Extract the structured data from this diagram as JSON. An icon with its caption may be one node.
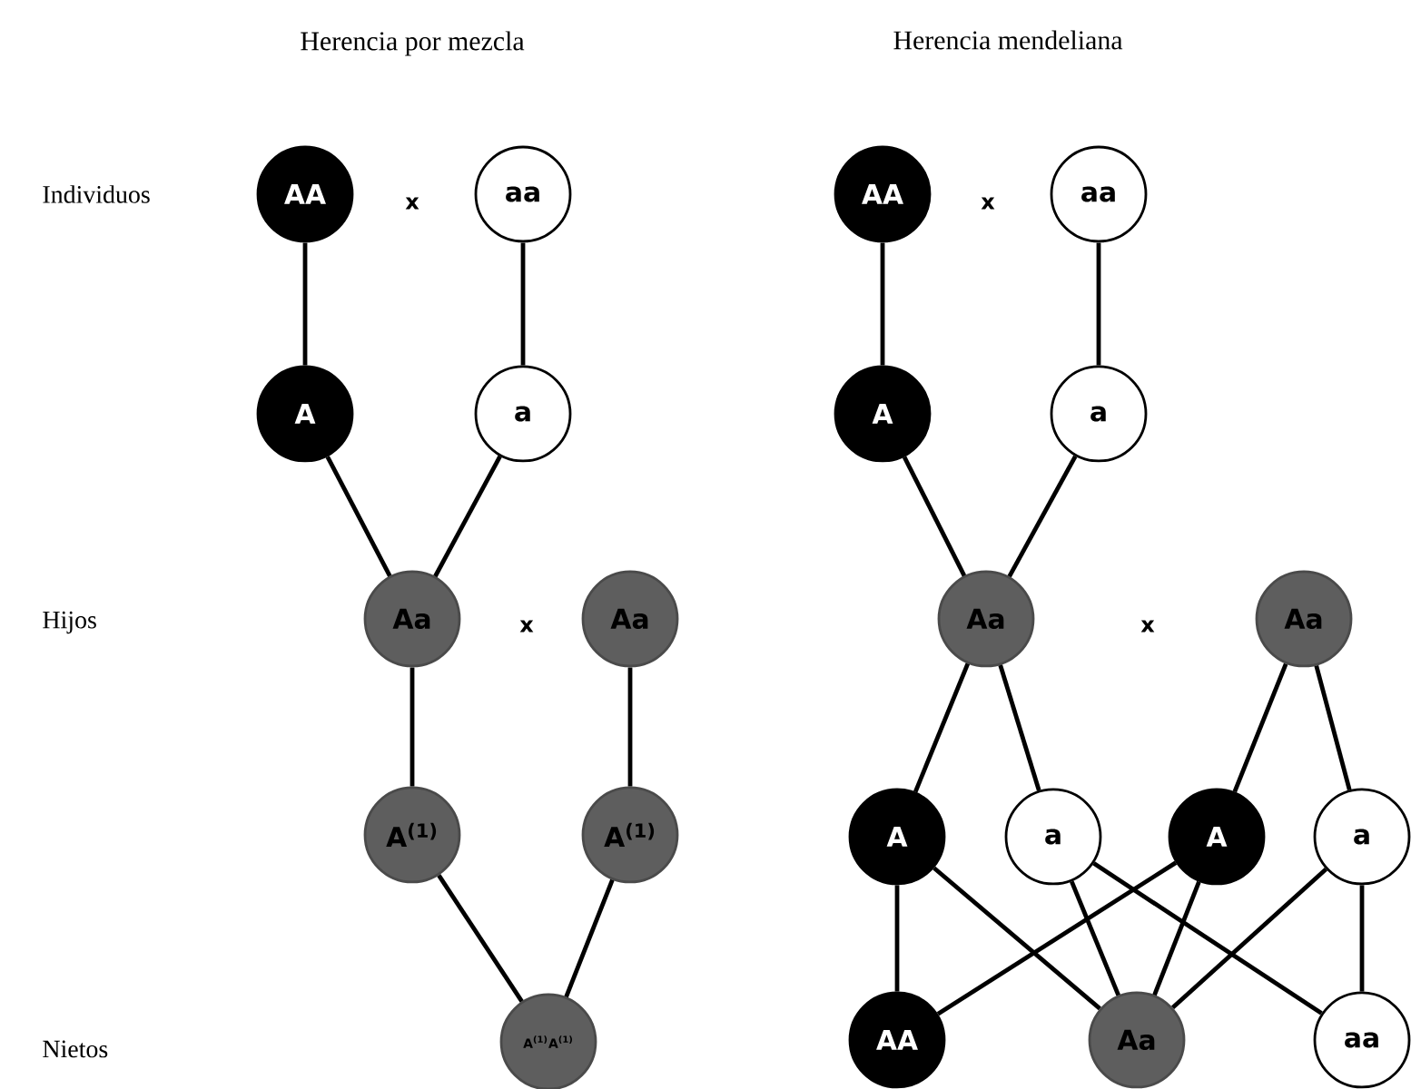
{
  "diagram": {
    "nodes": [
      {
        "text": [
          "AA"
        ]
      },
      {
        "text": [
          "aa"
        ]
      },
      {
        "text": [
          "A"
        ]
      },
      {
        "text": [
          "a"
        ]
      },
      {
        "text": [
          "Aa"
        ]
      },
      {
        "text": [
          "Aa"
        ]
      },
      {
        "text": [
          "A$^{(1)}$"
        ]
      },
      {
        "text": [
          "A$^{(1)}$"
        ]
      },
      {
        "text": [
          "A$^{(1)}$A$^{(1)}$"
        ]
      },
      {
        "text": [
          "AA"
        ]
      },
      {
        "text": [
          "aa"
        ]
      },
      {
        "text": [
          "A"
        ]
      },
      {
        "text": [
          "a"
        ]
      },
      {
        "text": [
          "Aa"
        ]
      },
      {
        "text": [
          "Aa"
        ]
      },
      {
        "text": [
          "A"
        ]
      },
      {
        "text": [
          "a"
        ]
      },
      {
        "text": [
          "A"
        ]
      },
      {
        "text": [
          "a"
        ]
      },
      {
        "text": [
          "AA"
        ]
      },
      {
        "text": [
          "Aa"
        ]
      },
      {
        "text": [
          "aa"
        ]
      }
    ],
    "edges": [
      {
        "from": 0,
        "to": 2,
        "arrow": "none"
      },
      {
        "from": 1,
        "to": 3,
        "arrow": "none"
      },
      {
        "from": 2,
        "to": 4,
        "arrow": "none"
      },
      {
        "from": 3,
        "to": 4,
        "arrow": "none"
      },
      {
        "from": 4,
        "to": 6,
        "arrow": "none"
      },
      {
        "from": 5,
        "to": 7,
        "arrow": "none"
      },
      {
        "from": 6,
        "to": 8,
        "arrow": "none"
      },
      {
        "from": 7,
        "to": 8,
        "arrow": "none"
      },
      {
        "from": 9,
        "to": 11,
        "arrow": "none"
      },
      {
        "from": 10,
        "to": 12,
        "arrow": "none"
      },
      {
        "from": 11,
        "to": 13,
        "arrow": "none"
      },
      {
        "from": 12,
        "to": 13,
        "arrow": "none"
      },
      {
        "from": 13,
        "to": 15,
        "arrow": "none"
      },
      {
        "from": 13,
        "to": 16,
        "arrow": "none"
      },
      {
        "from": 14,
        "to": 17,
        "arrow": "none"
      },
      {
        "from": 14,
        "to": 18,
        "arrow": "none"
      },
      {
        "from": 15,
        "to": 19,
        "arrow": "none"
      },
      {
        "from": 15,
        "to": 20,
        "arrow": "none"
      },
      {
        "from": 16,
        "to": 20,
        "arrow": "none"
      },
      {
        "from": 16,
        "to": 21,
        "arrow": "none"
      },
      {
        "from": 17,
        "to": 19,
        "arrow": "none"
      },
      {
        "from": 17,
        "to": 20,
        "arrow": "none"
      },
      {
        "from": 18,
        "to": 20,
        "arrow": "none"
      },
      {
        "from": 18,
        "to": 21,
        "arrow": "none"
      }
    ],
    "labels": [
      "Herencia por mezcla",
      "Herencia mendeliana",
      "Individuos",
      "x",
      "x",
      "Hijos",
      "x",
      "x",
      "Nietos"
    ]
  }
}
